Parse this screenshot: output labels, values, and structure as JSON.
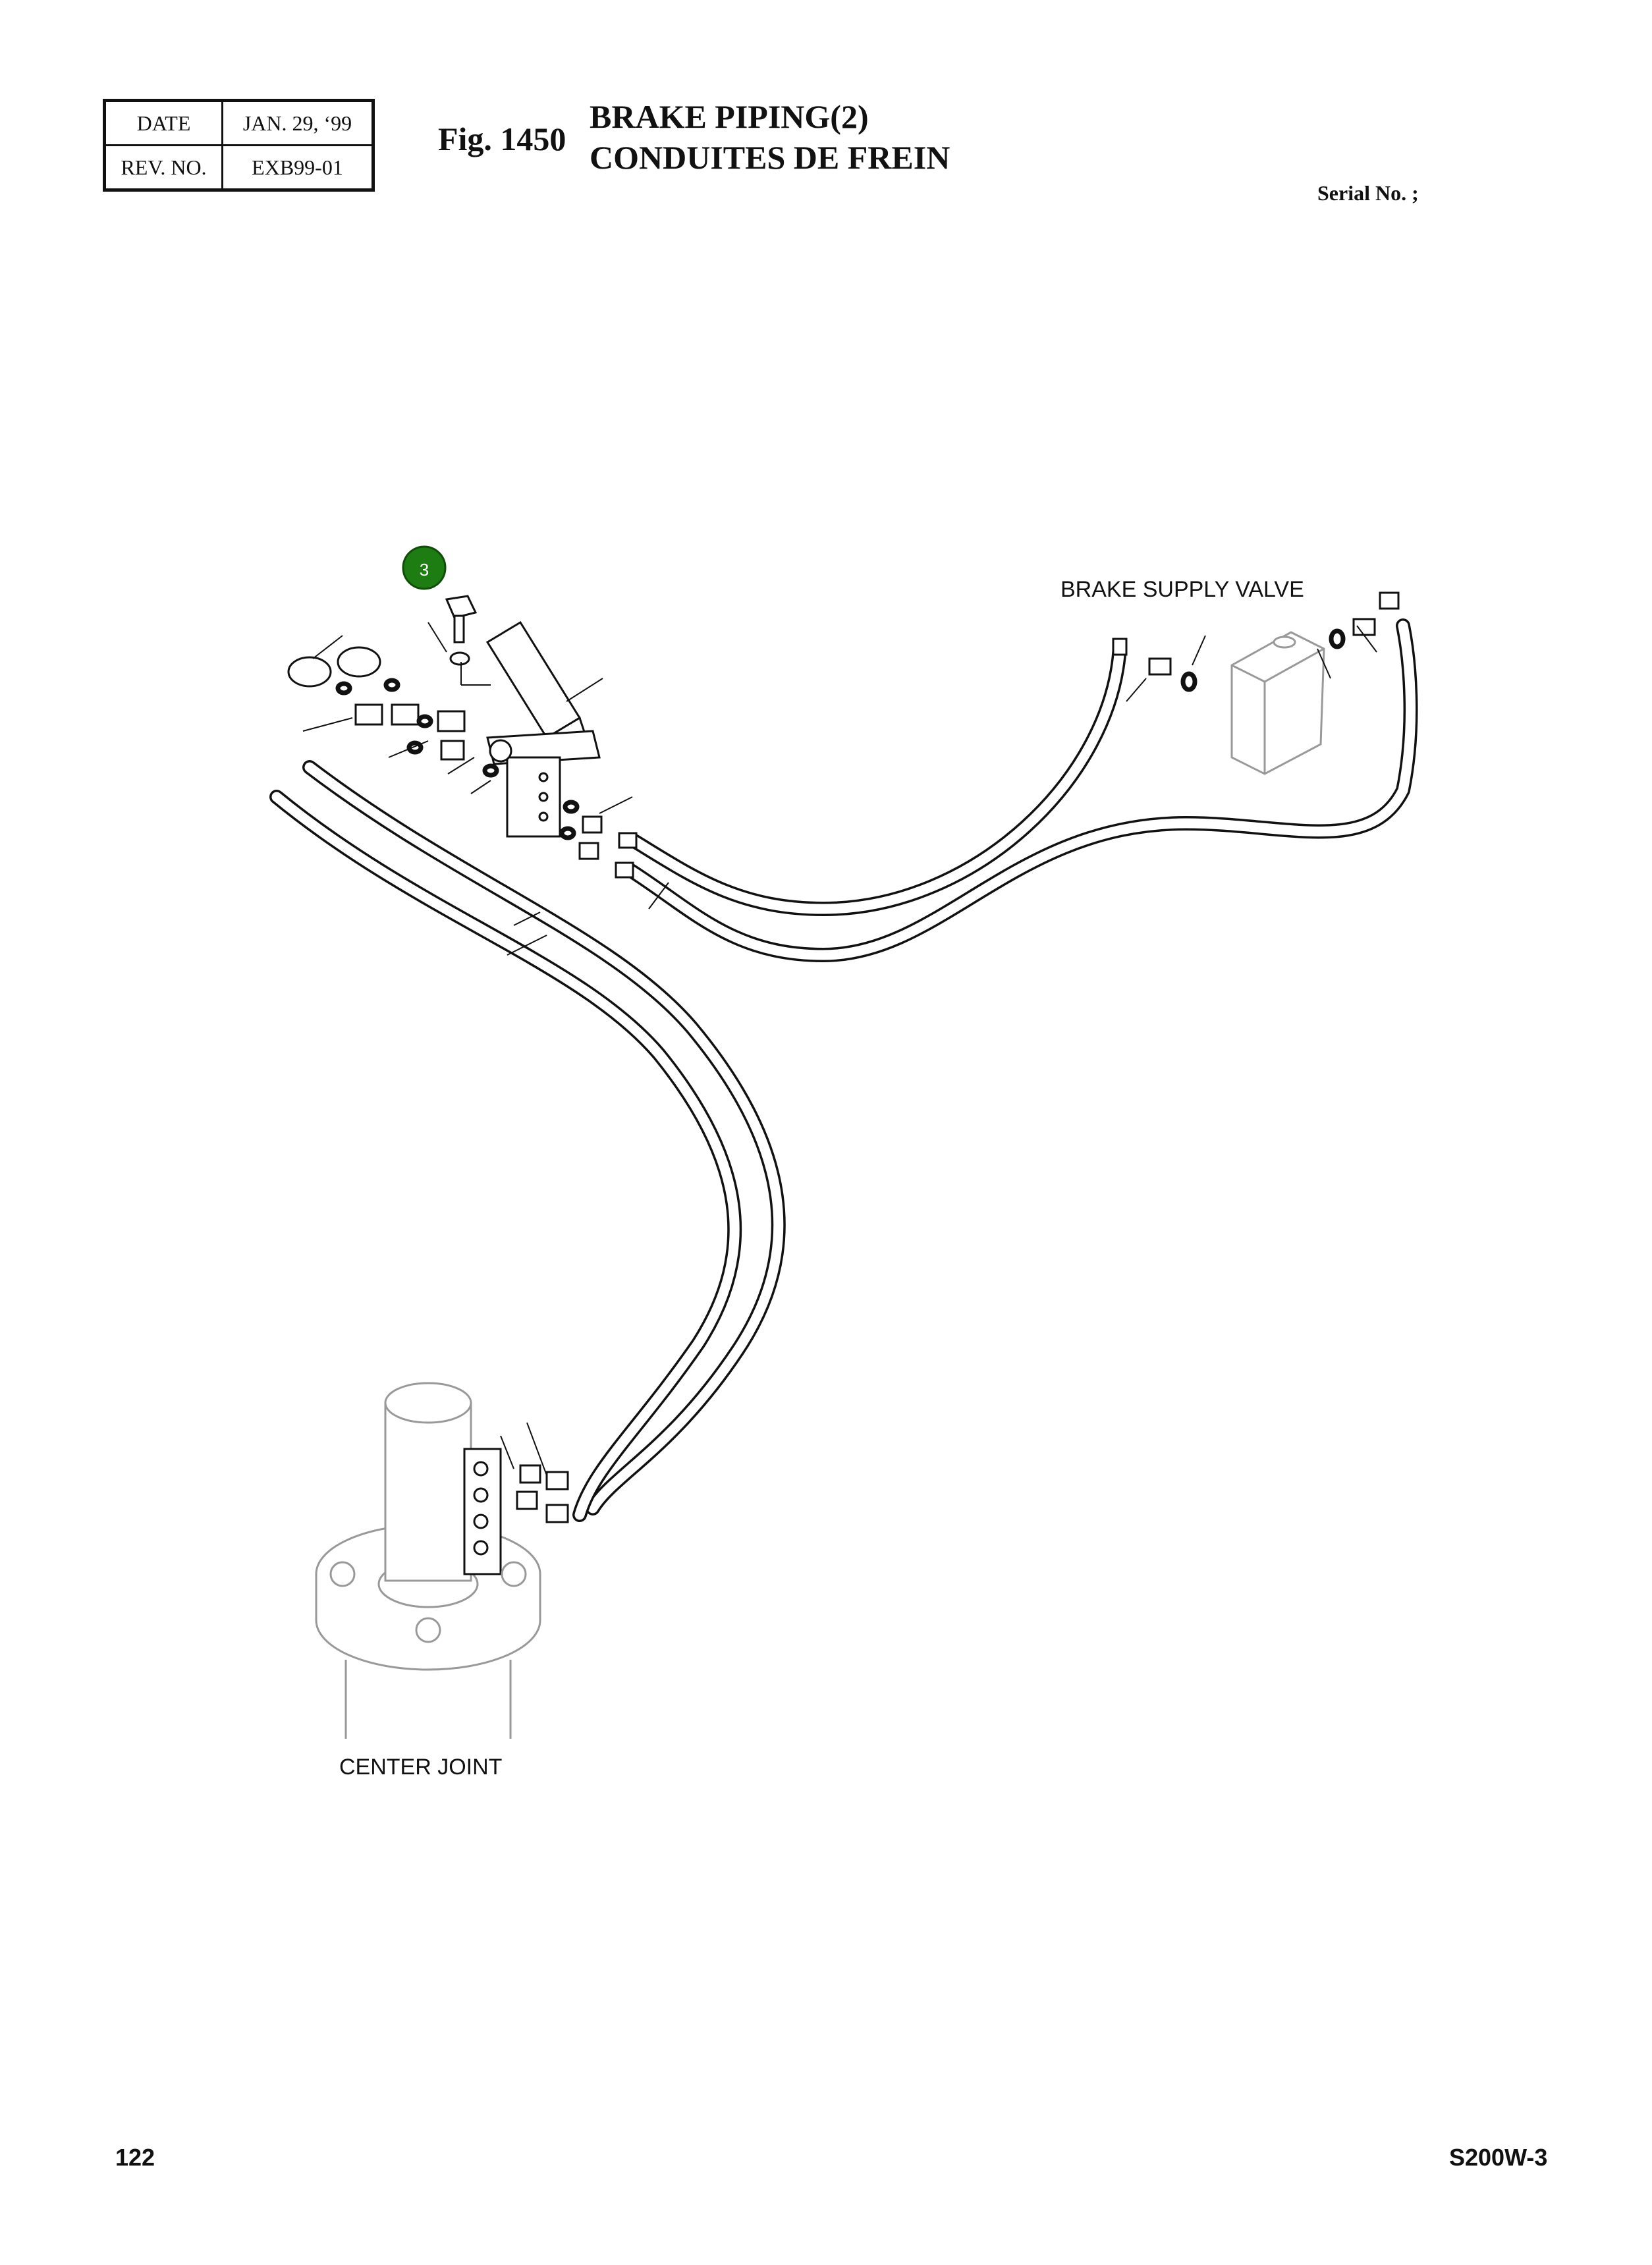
{
  "header": {
    "date_label": "DATE",
    "date_value": "JAN. 29, ‘99",
    "rev_label": "REV. NO.",
    "rev_value": "EXB99-01",
    "fig_number": "Fig. 1450",
    "title_en": "BRAKE PIPING(2)",
    "title_fr": "CONDUITES DE FREIN",
    "serial": "Serial No. ;"
  },
  "diagram": {
    "labels": {
      "brake_supply_valve": "BRAKE SUPPLY VALVE",
      "center_joint": "CENTER JOINT"
    },
    "callout_badge": {
      "number": "3",
      "color": "#1e7d12"
    }
  },
  "footer": {
    "page_number": "122",
    "model": "S200W-3"
  }
}
